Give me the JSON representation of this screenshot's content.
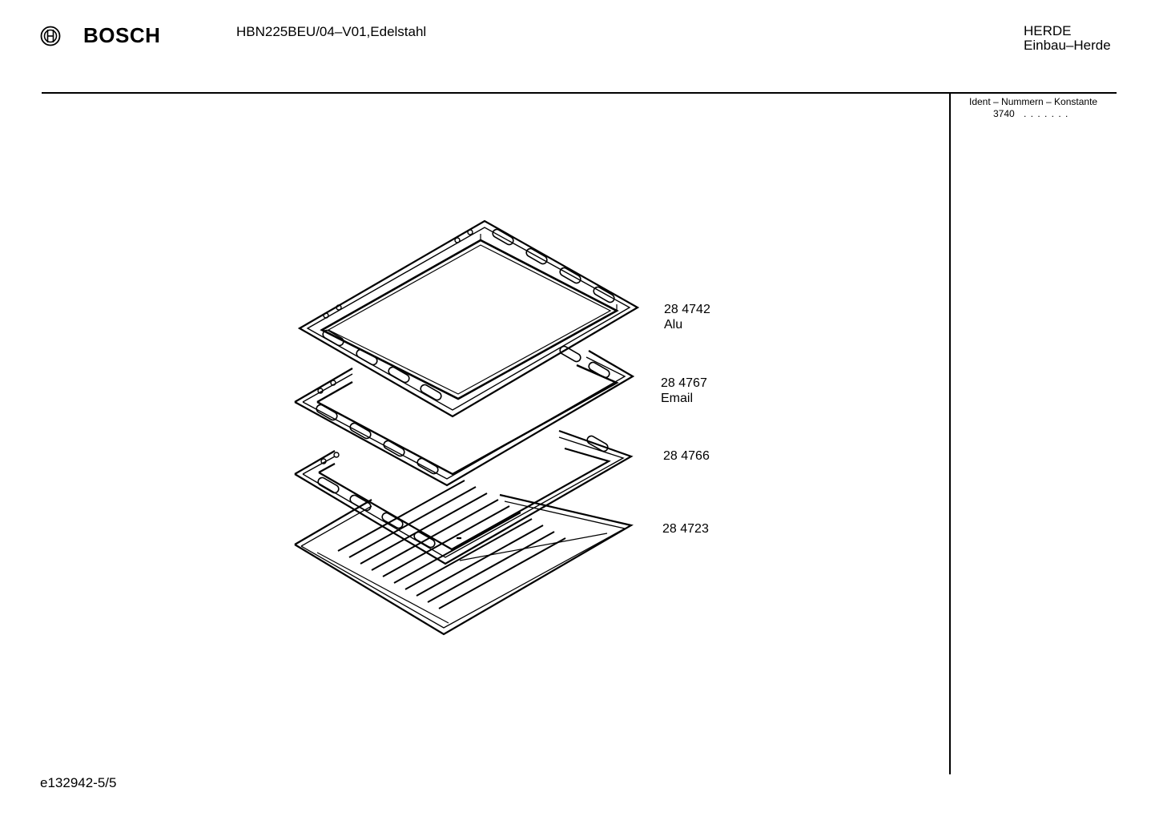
{
  "header": {
    "brand": "BOSCH",
    "model": "HBN225BEU/04–V01,Edelstahl",
    "category_line1": "HERDE",
    "category_line2": "Einbau–Herde"
  },
  "ident": {
    "label": "Ident – Nummern – Konstante",
    "code": "3740",
    "dots": ". . . . . . ."
  },
  "footer": {
    "doc_id": "e132942-5/5"
  },
  "parts": [
    {
      "number": "28 4742",
      "note": "Alu"
    },
    {
      "number": "28 4767",
      "note": "Email"
    },
    {
      "number": "28 4766",
      "note": ""
    },
    {
      "number": "28 4723",
      "note": ""
    }
  ],
  "icons": {
    "logo": "bosch-armature-icon"
  },
  "colors": {
    "ink": "#000000",
    "paper": "#ffffff"
  }
}
